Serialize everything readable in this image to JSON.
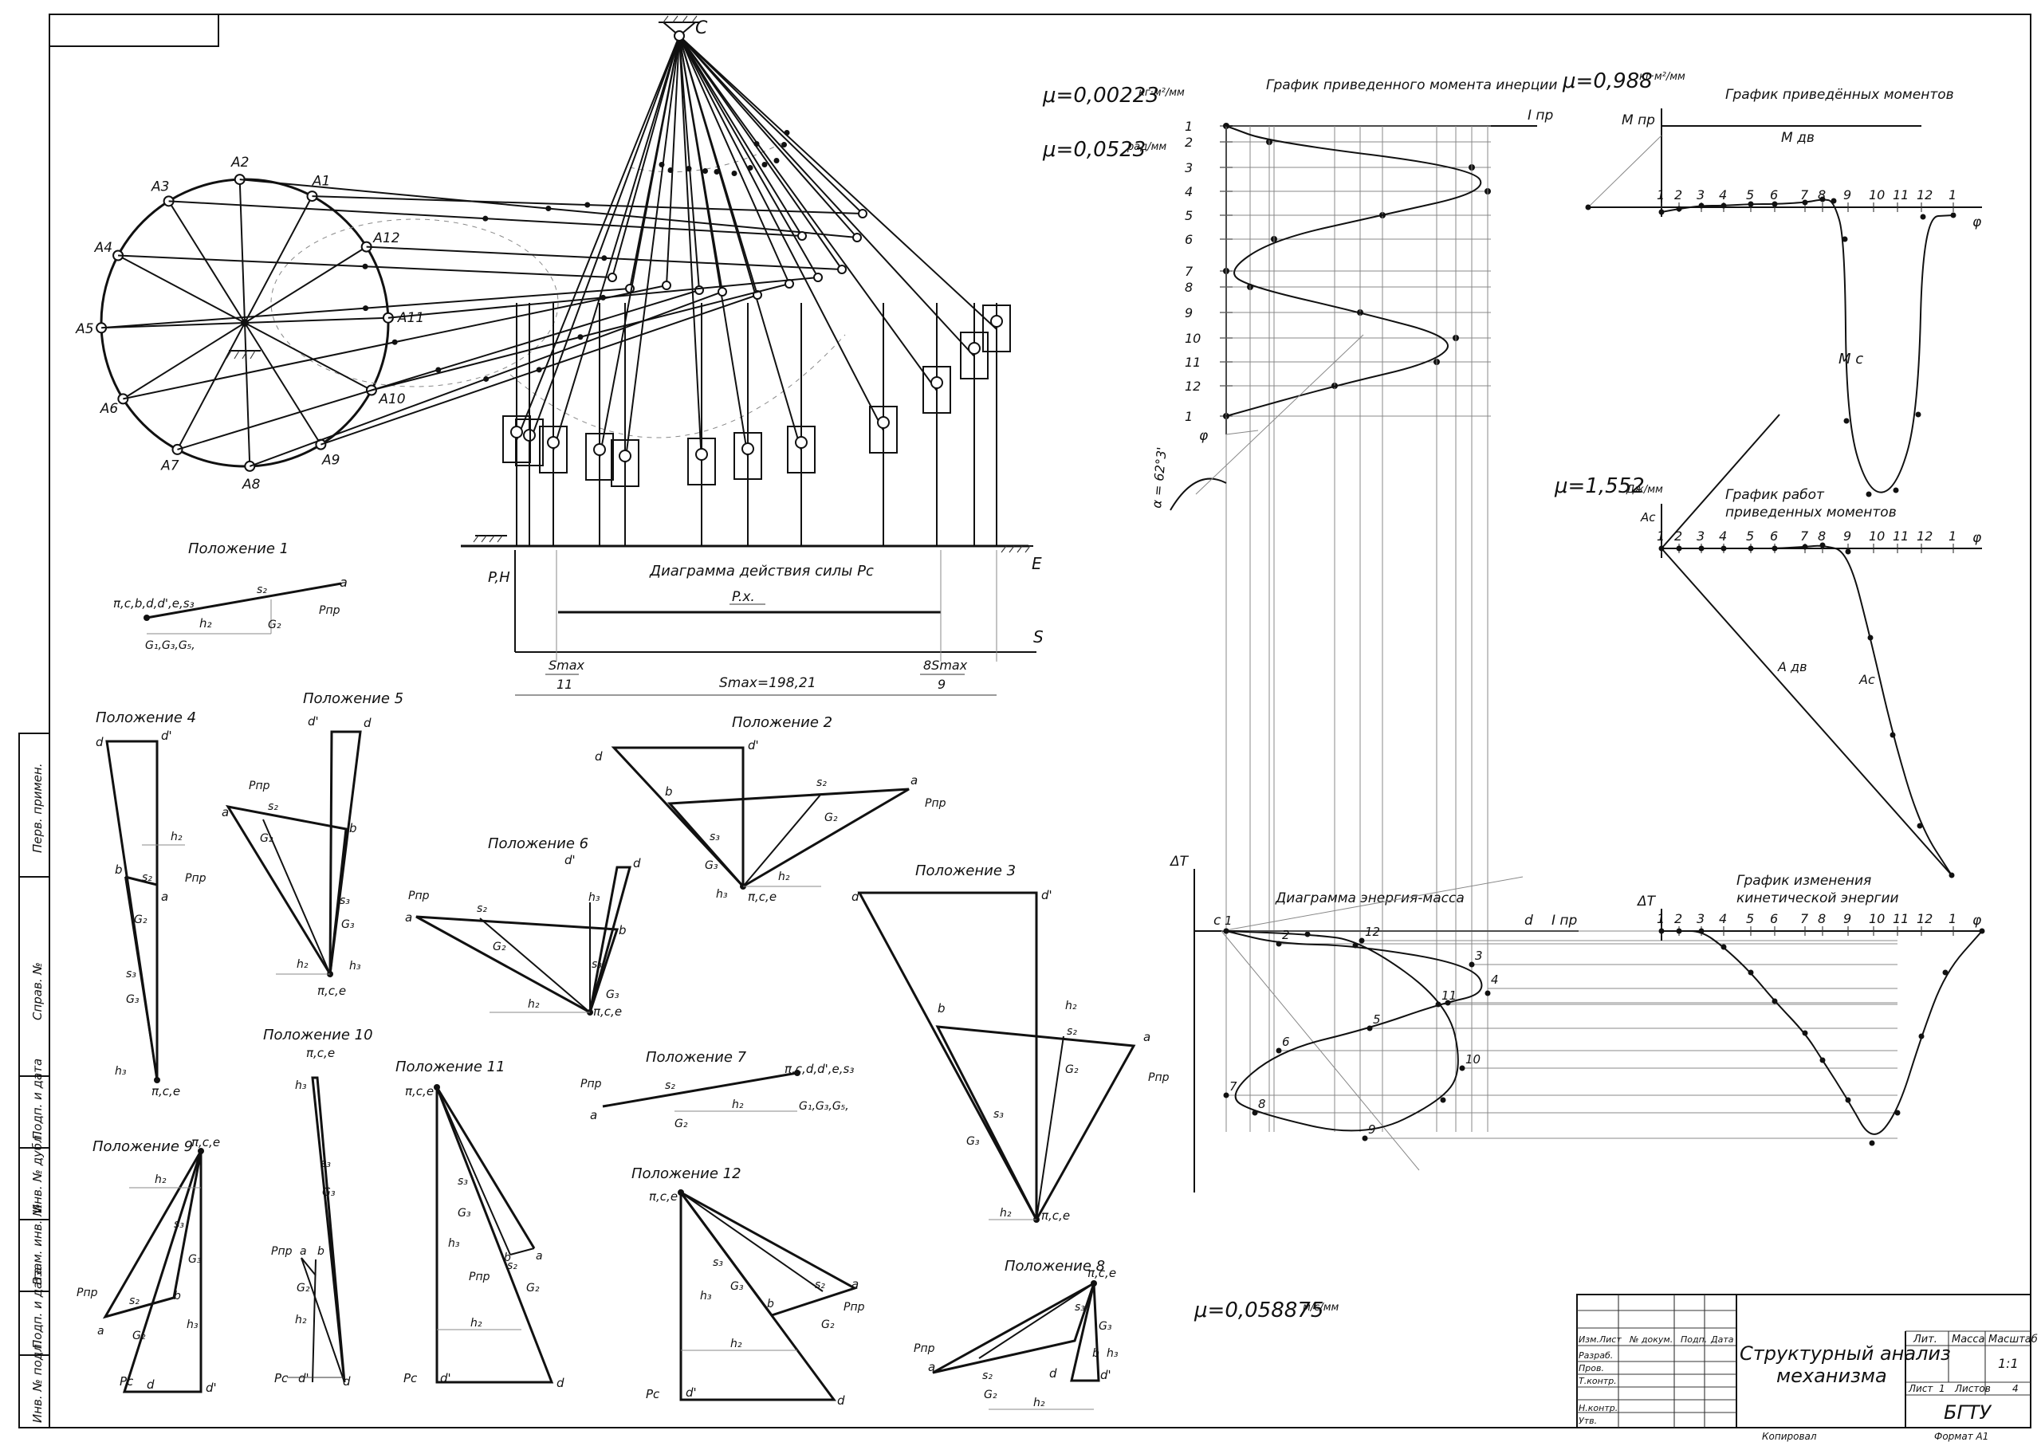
{
  "labels": {
    "pos1": "Положение 1",
    "pos2": "Положение 2",
    "pos3": "Положение 3",
    "pos4": "Положение 4",
    "pos5": "Положение 5",
    "pos6": "Положение 6",
    "pos7": "Положение 7",
    "pos8": "Положение 8",
    "pos9": "Положение 9",
    "pos10": "Положение 10",
    "pos11": "Положение 11",
    "pos12": "Положение 12",
    "point_c": "C",
    "point_e": "E",
    "axis_s": "S",
    "axis_p": "P,H",
    "force_diagram": "Диаграмма действия силы Pc",
    "px": "P.x.",
    "smax": "Smax=198,21",
    "smax_11": "Smax",
    "smax_11_den": "11",
    "smax_8": "8Smax",
    "smax_8_den": "9",
    "mu_inertia": "μ=0,00223",
    "mu_inertia_u": "кг·м²/мм",
    "mu_phi": "μ=0,0523",
    "mu_phi_u": "рад/мм",
    "mu_moment": "μ=0,988",
    "mu_moment_u": "кг·м²/мм",
    "mu_work": "μ=1,552",
    "mu_work_u": "Дж/мм",
    "mu_energy": "μ=0,058875",
    "mu_energy_u": "м/с/мм",
    "g_inertia": "График приведенного момента инерции",
    "g_moments": "График приведённых моментов",
    "g_work_1": "График работ",
    "g_work_2": "приведенных моментов",
    "g_energy_mass": "Диаграмма энергия-масса",
    "g_kinetic_1": "График изменения",
    "g_kinetic_2": "кинетической энергии",
    "i_pr": "I пр",
    "phi": "φ",
    "alpha": "α = 62°3'",
    "m_pr": "М пр",
    "m_dv": "М дв",
    "m_c": "М с",
    "a_c_axis": "Ac",
    "a_dv": "A дв",
    "a_c": "Ac",
    "delta_t": "ΔT",
    "c_lbl": "c",
    "d_lbl": "d"
  },
  "title_block": {
    "title_1": "Структурный анализ",
    "title_2": "механизма",
    "lit": "Лит.",
    "mass": "Масса",
    "scale": "Масштаб",
    "scale_value": "1:1",
    "sheet": "Лист",
    "sheet_n": "1",
    "sheets": "Листов",
    "sheets_n": "4",
    "org": "БГТУ",
    "copied": "Копировал",
    "format": "Формат  A1",
    "rows": [
      "Изм.Лист",
      "Разраб.",
      "Пров.",
      "Т.контр.",
      "Н.контр.",
      "Утв."
    ],
    "doc_n": "№ докум.",
    "sign": "Подп.",
    "date": "Дата"
  },
  "side_strip": [
    "Перв. примен.",
    "Справ. №",
    "Подп. и дата",
    "Инв. № дубл.",
    "Взам. инв. №",
    "Подп. и дата",
    "Инв. № подл."
  ],
  "crank_points": [
    "A1",
    "A2",
    "A3",
    "A4",
    "A5",
    "A6",
    "A7",
    "A8",
    "A9",
    "A10",
    "A11",
    "A12"
  ],
  "phi_ticks": [
    "1",
    "2",
    "3",
    "4",
    "5",
    "6",
    "7",
    "8",
    "9",
    "10",
    "11",
    "12",
    "1"
  ],
  "inertia_ticks": [
    "1",
    "2",
    "3",
    "4",
    "5",
    "6",
    "7",
    "8",
    "9",
    "10",
    "11",
    "12",
    "1"
  ],
  "em_points": [
    "1",
    "2",
    "3",
    "4",
    "5",
    "6",
    "7",
    "8",
    "9",
    "10",
    "11",
    "12"
  ]
}
